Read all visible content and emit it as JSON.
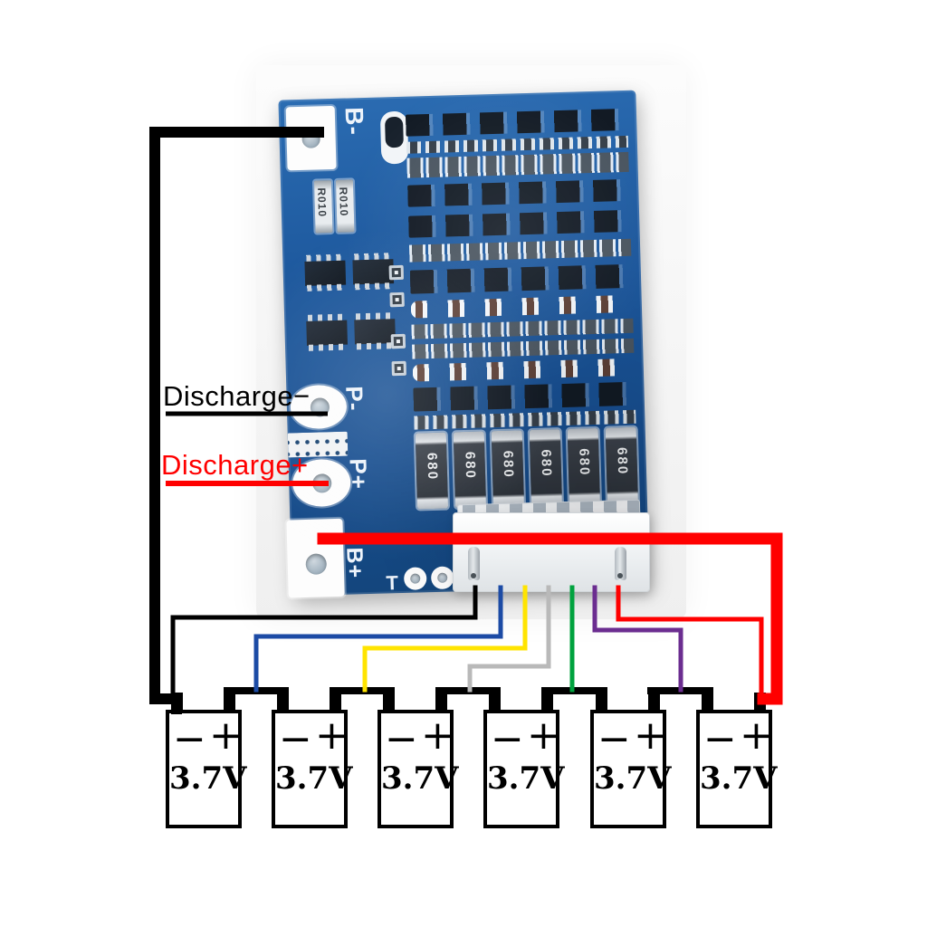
{
  "annotations": {
    "discharge_minus": {
      "label": "Discharge−",
      "color": "#000000"
    },
    "discharge_plus": {
      "label": "Discharge+",
      "color": "#ff0000"
    }
  },
  "board": {
    "color": "#1d589d",
    "labels": {
      "b_minus": "B-",
      "p_minus": "P-",
      "p_plus": "P+",
      "b_plus": "B+",
      "temp": "T",
      "shunt_value": "R010",
      "balance_resistor_value": "680"
    }
  },
  "battery_pack": {
    "minus_symbol": "−",
    "plus_symbol": "+",
    "cells": [
      {
        "voltage": "3.7V"
      },
      {
        "voltage": "3.7V"
      },
      {
        "voltage": "3.7V"
      },
      {
        "voltage": "3.7V"
      },
      {
        "voltage": "3.7V"
      },
      {
        "voltage": "3.7V"
      }
    ]
  },
  "wires": {
    "items": [
      {
        "name": "pack-negative",
        "color": "#000000",
        "from": "B- pad",
        "to": "cell 1 negative"
      },
      {
        "name": "balance-0-black",
        "color": "#000000",
        "from": "balance connector pin 1",
        "to": "cell 1 negative"
      },
      {
        "name": "balance-1-blue",
        "color": "#1c4ba5",
        "from": "balance connector pin 2",
        "to": "cell 1-2 junction"
      },
      {
        "name": "balance-2-yellow",
        "color": "#ffe400",
        "from": "balance connector pin 3",
        "to": "cell 2-3 junction"
      },
      {
        "name": "balance-3-gray",
        "color": "#b9b9b9",
        "from": "balance connector pin 4",
        "to": "cell 3-4 junction"
      },
      {
        "name": "balance-4-green",
        "color": "#00a23e",
        "from": "balance connector pin 5",
        "to": "cell 4-5 junction"
      },
      {
        "name": "balance-5-purple",
        "color": "#6b2d90",
        "from": "balance connector pin 6",
        "to": "cell 5-6 junction"
      },
      {
        "name": "balance-6-red",
        "color": "#ff0000",
        "from": "balance connector pin 7",
        "to": "cell 6 positive"
      },
      {
        "name": "pack-positive",
        "color": "#ff0000",
        "from": "B+ pad",
        "to": "cell 6 positive"
      }
    ]
  }
}
